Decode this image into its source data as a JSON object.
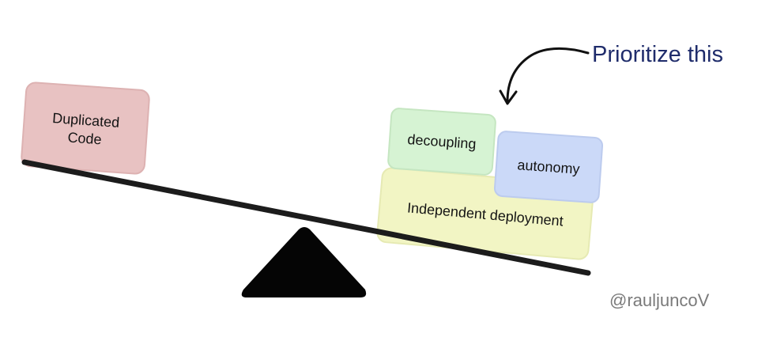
{
  "diagram": {
    "left_side": {
      "card": {
        "lines": [
          "Duplicated",
          "Code"
        ],
        "fill": "#e8c2c2",
        "stroke": "#ddb2b2"
      }
    },
    "right_side": {
      "cards": {
        "decoupling": {
          "label": "decoupling",
          "fill": "#d6f3d3",
          "stroke": "#c5e6c1"
        },
        "autonomy": {
          "label": "autonomy",
          "fill": "#cbd9f8",
          "stroke": "#bccbee"
        },
        "independent_deployment": {
          "label": "Independent deployment",
          "fill": "#f2f5c4",
          "stroke": "#e6eab3"
        }
      }
    },
    "annotation": {
      "text": "Prioritize this",
      "color": "#1f2c6b"
    },
    "credit": {
      "text": "@rauljuncoV",
      "color": "#7a7a7a"
    },
    "beam_color": "#1c1c1c",
    "fulcrum_color": "#050505",
    "arrow_color": "#111111"
  }
}
